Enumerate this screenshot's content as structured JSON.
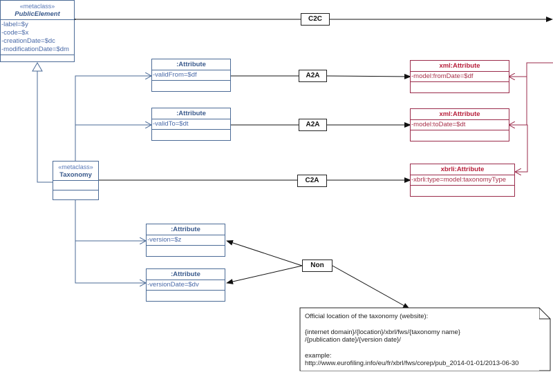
{
  "classes": {
    "public_element": {
      "stereotype": "«metaclass»",
      "name": "PublicElement",
      "attrs": [
        "-label=$y",
        "-code=$x",
        "-creationDate=$dc",
        "-modificationDate=$dm"
      ]
    },
    "taxonomy": {
      "stereotype": "«metaclass»",
      "name": "Taxonomy"
    },
    "attr_valid_from": {
      "name": ":Attribute",
      "attr": "-validFrom=$df"
    },
    "attr_valid_to": {
      "name": ":Attribute",
      "attr": "-validTo=$dt"
    },
    "attr_version": {
      "name": ":Attribute",
      "attr": "-version=$z"
    },
    "attr_version_date": {
      "name": ":Attribute",
      "attr": "-versionDate=$dv"
    },
    "xml_from_date": {
      "name": "xml:Attribute",
      "attr": "-model:fromDate=$df"
    },
    "xml_to_date": {
      "name": "xml:Attribute",
      "attr": "-model:toDate=$dt"
    },
    "xbrli_type": {
      "name": "xbrli:Attribute",
      "attr": "-xbrli:type=model:taxonomyType"
    }
  },
  "mappings": {
    "c2c": "C2C",
    "a2a_from": "A2A",
    "a2a_to": "A2A",
    "c2a": "C2A",
    "non": "Non"
  },
  "note": {
    "line1": "Official location of the taxonomy (website):",
    "line2": "{internet domain}/{location}/xbrl/fws/{taxonomy name}",
    "line3": "/{publication date}/{version date}/",
    "line4": "example:",
    "line5": "http://www.eurofiling.info/eu/fr/xbrl/fws/corep/pub_2014-01-01/2013-06-30"
  },
  "colors": {
    "blue": "#4a6a96",
    "red": "#9a2a4a",
    "black": "#222222"
  }
}
